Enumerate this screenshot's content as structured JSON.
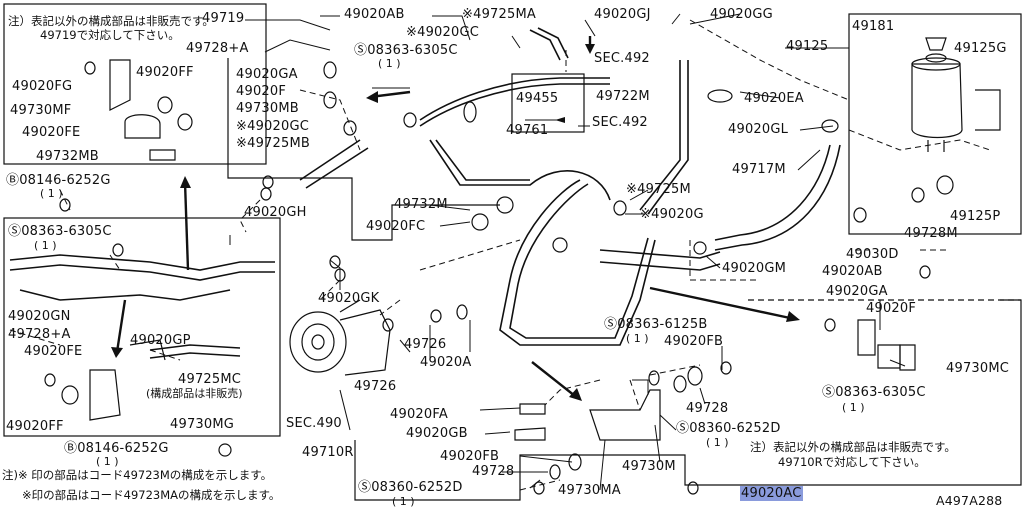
{
  "labels": {
    "p49719": "49719",
    "p49728a": "49728+A",
    "p49020fg": "49020FG",
    "p49020ff_top": "49020FF",
    "p49730mf": "49730MF",
    "p49020fe_top": "49020FE",
    "p49732mb_left": "49732MB",
    "p08146a": "Ⓑ08146-6252G",
    "p08146a_qty": "( 1 )",
    "p08363a": "Ⓢ08363-6305C",
    "p08363a_qty": "( 1 )",
    "p49020gn": "49020GN",
    "p49728a2": "49728+A",
    "p49020fe_bot": "49020FE",
    "p49020ff_bot": "49020FF",
    "p49020gp": "49020GP",
    "p49725mc": "49725MC",
    "p49725mc_note": "(構成部品は非販売)",
    "p49730mg": "49730MG",
    "p08146b": "Ⓑ08146-6252G",
    "p08146b_qty": "( 1 )",
    "p49020ab_top": "49020AB",
    "p49725ma": "※49725MA",
    "p49020gc_top": "※49020GC",
    "p08363b": "Ⓢ08363-6305C",
    "p08363b_qty": "( 1 )",
    "p49020ga_left": "49020GA",
    "p49020f_left": "49020F",
    "p49730mb": "49730MB",
    "p49020gc_left": "※49020GC",
    "p49725mb": "※49725MB",
    "p49020gh": "49020GH",
    "p49732m": "49732M",
    "p49020fc": "49020FC",
    "p49020gk": "49020GK",
    "p49726a": "49726",
    "p49020a": "49020A",
    "p49726b": "49726",
    "sec490": "SEC.490",
    "p49020fa": "49020FA",
    "p49020gb": "49020GB",
    "p49710r": "49710R",
    "p49020fb_bot": "49020FB",
    "p49728_bot": "49728",
    "p08360a": "Ⓢ08360-6252D",
    "p08360a_qty": "( 1 )",
    "p49730ma": "49730MA",
    "p49020gj": "49020GJ",
    "sec492a": "SEC.492",
    "p49455": "49455",
    "p49722m": "49722M",
    "sec492b": "SEC.492",
    "p49761": "49761",
    "p49020gg": "49020GG",
    "p49020ea": "49020EA",
    "p49020gl": "49020GL",
    "p49717m": "49717M",
    "p49725m": "※49725M",
    "p49020g": "※49020G",
    "p49020gm": "49020GM",
    "p49125": "49125",
    "p49181": "49181",
    "p49125g": "49125G",
    "p49125p": "49125P",
    "p49728m": "49728M",
    "p49030d": "49030D",
    "p49020ab_right": "49020AB",
    "p49020ga_right": "49020GA",
    "p49020f_right": "49020F",
    "p49730mc": "49730MC",
    "p08363c": "Ⓢ08363-6305C",
    "p08363c_qty": "( 1 )",
    "p08363d": "Ⓢ08363-6125B",
    "p08363d_qty": "( 1 )",
    "p49020fb_right": "49020FB",
    "p49728_right": "49728",
    "p08360b": "Ⓢ08360-6252D",
    "p08360b_qty": "( 1 )",
    "p49730m": "49730M",
    "p49020ac": "49020AC",
    "diagram_id": "A497A288"
  },
  "notes": {
    "top_left_1": "注）表記以外の構成部品は非販売です。",
    "top_left_2": "49719で対応して下さい。",
    "bottom_right_1": "注）表記以外の構成部品は非販売です。",
    "bottom_right_2": "49710Rで対応して下さい。",
    "bottom_left_1": "注)※ 印の部品はコード49723Mの構成を示します。",
    "bottom_left_2": "※印の部品はコード49723MAの構成を示します。"
  },
  "colors": {
    "line": "#111111",
    "highlight": "#8a9bdc"
  }
}
